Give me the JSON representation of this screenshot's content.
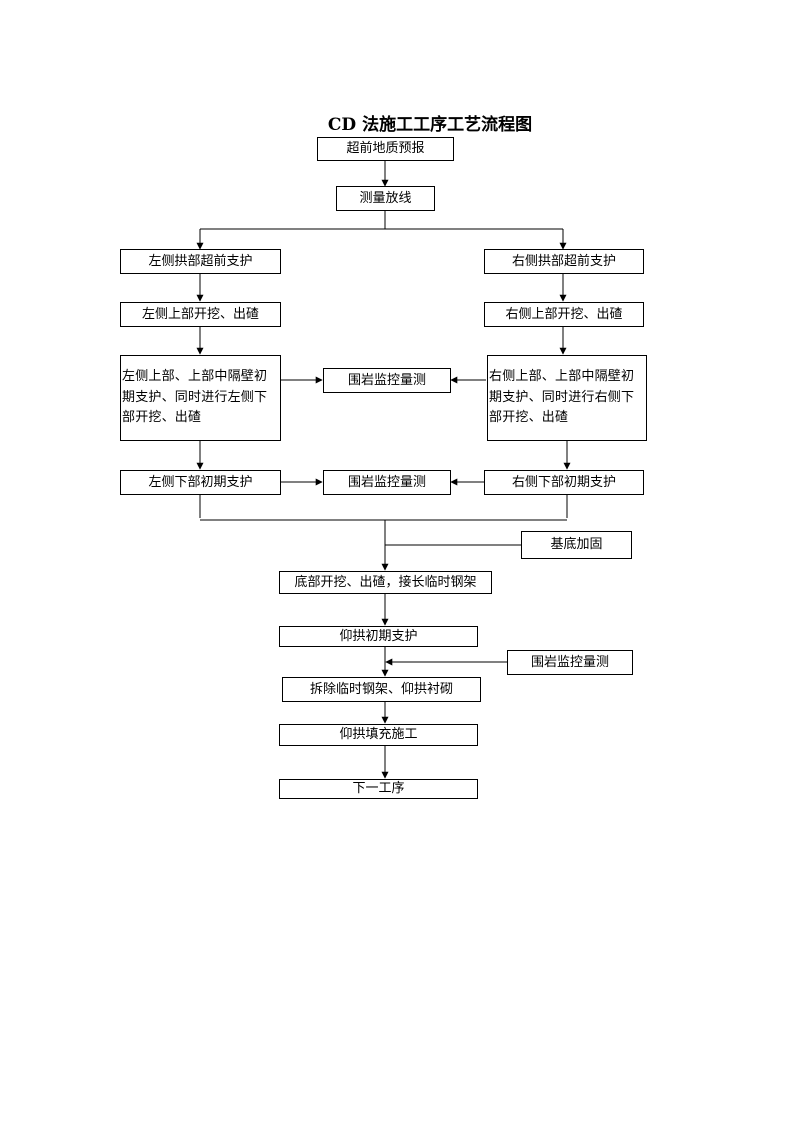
{
  "title": "CD 法施工工序工艺流程图",
  "steps": {
    "s1": "超前地质预报",
    "s2": "测量放线",
    "left_arch_support": "左侧拱部超前支护",
    "right_arch_support": "右侧拱部超前支护",
    "left_upper_excavation": "左侧上部开挖、出碴",
    "right_upper_excavation": "右侧上部开挖、出碴",
    "left_middle": "左侧上部、上部中隔壁初期支护、同时进行左侧下部开挖、出碴",
    "right_middle": "右侧上部、上部中隔壁初期支护、同时进行右侧下部开挖、出碴",
    "monitor_1": "围岩监控量测",
    "left_lower_support": "左侧下部初期支护",
    "monitor_2": "围岩监控量测",
    "right_lower_support": "右侧下部初期支护",
    "base_reinforce": "基底加固",
    "bottom_excavation": "底部开挖、出碴，接长临时钢架",
    "invert_support": "仰拱初期支护",
    "monitor_3": "围岩监控量测",
    "remove_frame": "拆除临时钢架、仰拱衬砌",
    "invert_fill": "仰拱填充施工",
    "next_process": "下一工序"
  }
}
